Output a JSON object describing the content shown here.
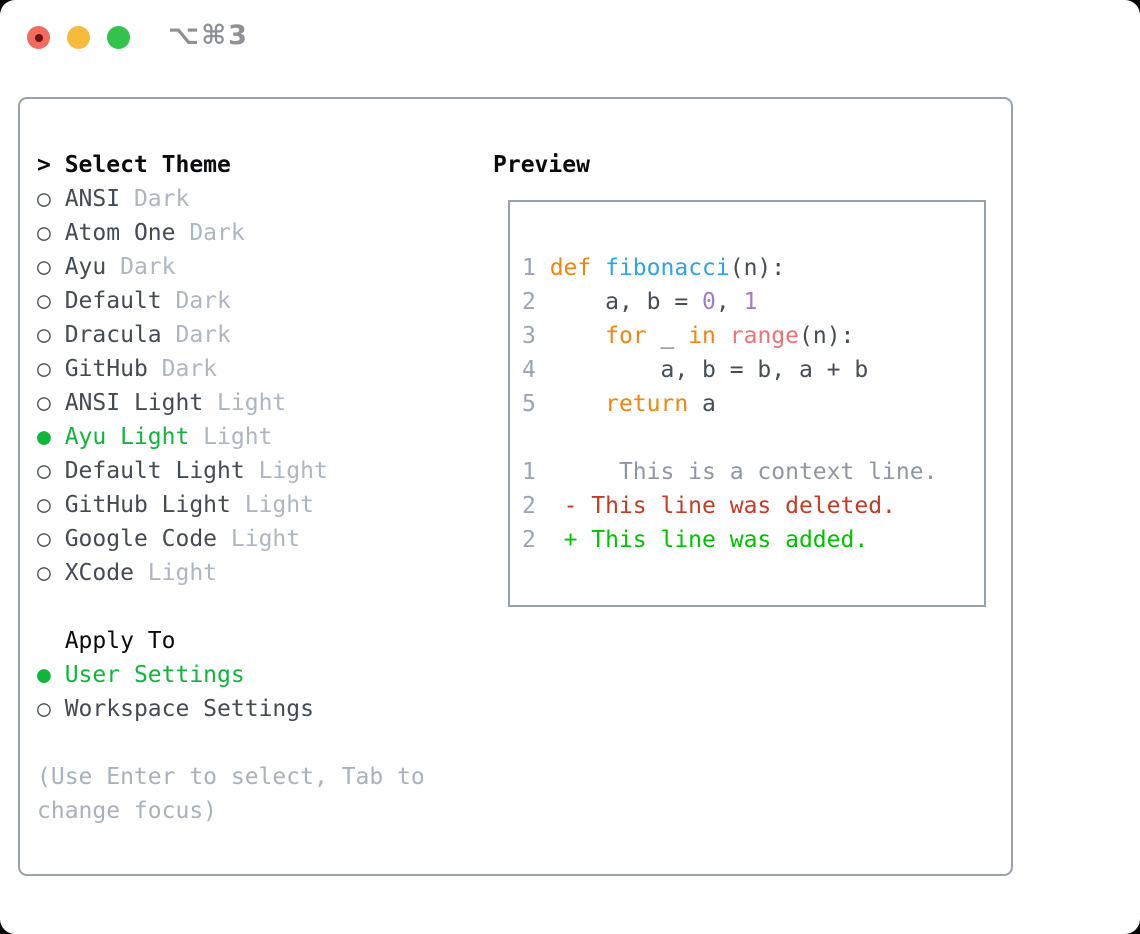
{
  "window": {
    "titlebar": {
      "shortcut_label": "⌥⌘3",
      "traffic_lights": [
        {
          "name": "close",
          "color": "#f16b5f"
        },
        {
          "name": "minimize",
          "color": "#f6bb3d"
        },
        {
          "name": "zoom",
          "color": "#33c24b"
        }
      ]
    }
  },
  "icons": {
    "radio_unselected_glyph": "○",
    "radio_selected_glyph": "●",
    "header_caret_glyph": ">"
  },
  "colors": {
    "selection_green": "#11b53a",
    "added_green": "#00c300",
    "deleted_red": "#c73a26",
    "keyword_orange": "#f0860d",
    "function_blue": "#2ea4e8",
    "builtin_coral": "#f07171",
    "number_purple": "#a37acc",
    "code_foreground": "#454d55",
    "muted_gray": "#aeb6c0",
    "line_number_gray": "#9ba5b2",
    "border_gray": "#99a1ad"
  },
  "theme_picker": {
    "header_prefix": ">",
    "header": "Select Theme",
    "themes": [
      {
        "name": "ANSI",
        "variant": "Dark",
        "selected": false
      },
      {
        "name": "Atom One",
        "variant": "Dark",
        "selected": false
      },
      {
        "name": "Ayu",
        "variant": "Dark",
        "selected": false
      },
      {
        "name": "Default",
        "variant": "Dark",
        "selected": false
      },
      {
        "name": "Dracula",
        "variant": "Dark",
        "selected": false
      },
      {
        "name": "GitHub",
        "variant": "Dark",
        "selected": false
      },
      {
        "name": "ANSI Light",
        "variant": "Light",
        "selected": false
      },
      {
        "name": "Ayu Light",
        "variant": "Light",
        "selected": true
      },
      {
        "name": "Default Light",
        "variant": "Light",
        "selected": false
      },
      {
        "name": "GitHub Light",
        "variant": "Light",
        "selected": false
      },
      {
        "name": "Google Code",
        "variant": "Light",
        "selected": false
      },
      {
        "name": "XCode",
        "variant": "Light",
        "selected": false
      }
    ],
    "apply_to": {
      "label": "Apply To",
      "options": [
        {
          "name": "User Settings",
          "selected": true
        },
        {
          "name": "Workspace Settings",
          "selected": false
        }
      ]
    },
    "help_lines": [
      "(Use Enter to select, Tab to",
      "change focus)"
    ]
  },
  "preview": {
    "title": "Preview",
    "code_lines": [
      [
        {
          "t": "1 ",
          "s": "ln"
        },
        {
          "t": "def",
          "s": "kw"
        },
        {
          "t": " ",
          "s": "pln"
        },
        {
          "t": "fibonacci",
          "s": "fn"
        },
        {
          "t": "(n):",
          "s": "pln"
        }
      ],
      [
        {
          "t": "2",
          "s": "ln"
        },
        {
          "t": "     a, b = ",
          "s": "pln"
        },
        {
          "t": "0",
          "s": "num"
        },
        {
          "t": ", ",
          "s": "pln"
        },
        {
          "t": "1",
          "s": "num"
        }
      ],
      [
        {
          "t": "3",
          "s": "ln"
        },
        {
          "t": "     ",
          "s": "pln"
        },
        {
          "t": "for",
          "s": "kw"
        },
        {
          "t": " _ ",
          "s": "pln"
        },
        {
          "t": "in",
          "s": "kw"
        },
        {
          "t": " ",
          "s": "pln"
        },
        {
          "t": "range",
          "s": "call"
        },
        {
          "t": "(n):",
          "s": "pln"
        }
      ],
      [
        {
          "t": "4",
          "s": "ln"
        },
        {
          "t": "         a, b = b, a + b",
          "s": "pln"
        }
      ],
      [
        {
          "t": "5",
          "s": "ln"
        },
        {
          "t": "     ",
          "s": "pln"
        },
        {
          "t": "return",
          "s": "kw"
        },
        {
          "t": " a",
          "s": "pln"
        }
      ],
      [],
      [
        {
          "t": "1",
          "s": "ln"
        },
        {
          "t": "      This is a context line.",
          "s": "ctx"
        }
      ],
      [
        {
          "t": "2",
          "s": "ln"
        },
        {
          "t": "  ",
          "s": "pln"
        },
        {
          "t": "- This line was deleted.",
          "s": "del"
        }
      ],
      [
        {
          "t": "2",
          "s": "ln"
        },
        {
          "t": "  ",
          "s": "pln"
        },
        {
          "t": "+ This line was added.",
          "s": "add"
        }
      ]
    ]
  }
}
